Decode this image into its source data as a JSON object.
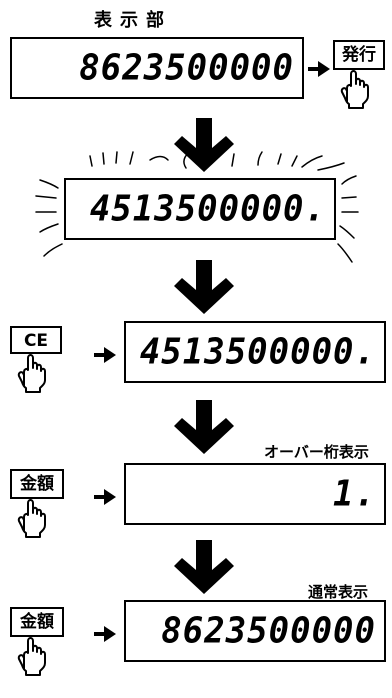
{
  "header": {
    "title": "表示部"
  },
  "steps": [
    {
      "display": "8623500000",
      "key": "発行"
    },
    {
      "display": "4513500000."
    },
    {
      "display": "4513500000.",
      "key": "CE"
    },
    {
      "display": "1.",
      "key": "金額",
      "note": "オーバー桁表示"
    },
    {
      "display": "8623500000",
      "key": "金額",
      "note": "通常表示"
    }
  ],
  "icons": [
    "pointing-hand-icon",
    "arrow-down-icon",
    "arrow-right-icon",
    "flashing-lines-icon"
  ]
}
